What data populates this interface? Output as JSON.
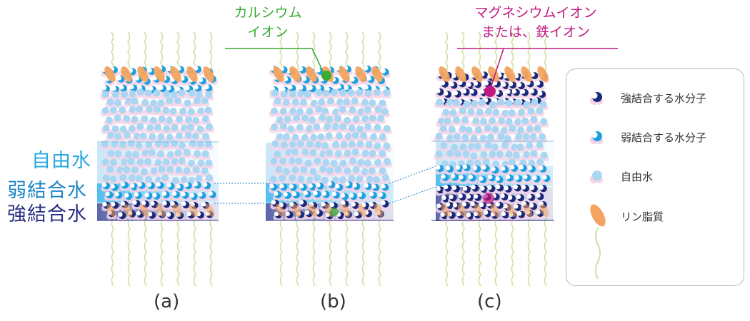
{
  "side_labels": {
    "free": "自由水",
    "weak": "弱結合水",
    "strong": "強結合水"
  },
  "panels": [
    {
      "label": "(a)"
    },
    {
      "label": "(b)"
    },
    {
      "label": "(c)"
    }
  ],
  "callouts": {
    "calcium": {
      "line1": "カルシウム",
      "line2": "イオン"
    },
    "magnesium": {
      "line1": "マグネシウムイオン",
      "line2": "または、鉄イオン"
    }
  },
  "legend": [
    {
      "text": "強結合する水分子",
      "icon": "strong-water-molecule-icon"
    },
    {
      "text": "弱結合する水分子",
      "icon": "weak-water-molecule-icon"
    },
    {
      "text": "自由水",
      "icon": "free-water-molecule-icon"
    },
    {
      "text": "リン脂質",
      "icon": "phospholipid-icon"
    }
  ],
  "colors": {
    "free_water": "#29a8e0",
    "weak_water": "#1f86c7",
    "strong_water": "#2b2f86",
    "calcium": "#3aaa35",
    "magnesium": "#c0187f",
    "lipid_head": "#f4a460",
    "lipid_tail": "#cfe0a6",
    "mol_dark": "#1a2a7a",
    "mol_blue": "#1ea0e0",
    "mol_light": "#a9d6f2",
    "mol_pink": "#f5d3e6"
  }
}
